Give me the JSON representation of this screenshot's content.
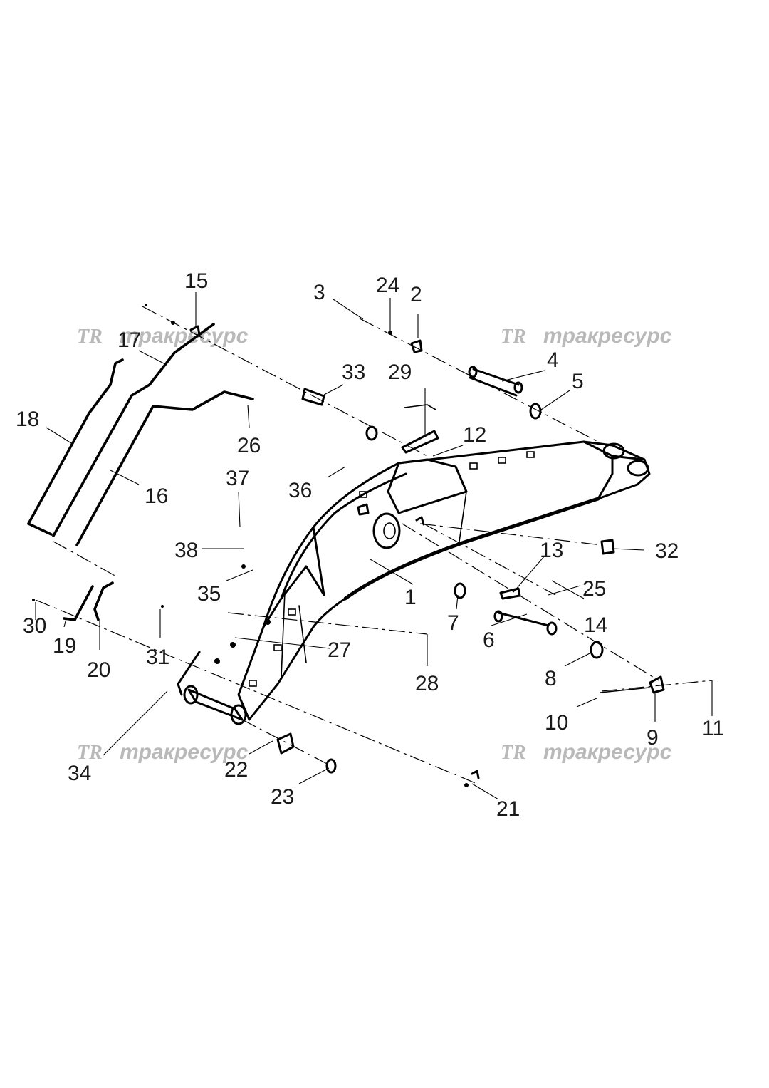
{
  "watermarks": [
    {
      "logo": "TR",
      "text": "тракресурс"
    },
    {
      "logo": "TR",
      "text": "тракресурс"
    },
    {
      "logo": "TR",
      "text": "тракресурс"
    },
    {
      "logo": "TR",
      "text": "тракресурс"
    }
  ],
  "callouts": [
    "1",
    "2",
    "3",
    "4",
    "5",
    "6",
    "7",
    "8",
    "9",
    "10",
    "11",
    "12",
    "13",
    "14",
    "15",
    "16",
    "17",
    "18",
    "19",
    "20",
    "21",
    "22",
    "23",
    "24",
    "25",
    "26",
    "27",
    "28",
    "29",
    "30",
    "31",
    "32",
    "33",
    "34",
    "35",
    "36",
    "37",
    "38"
  ]
}
